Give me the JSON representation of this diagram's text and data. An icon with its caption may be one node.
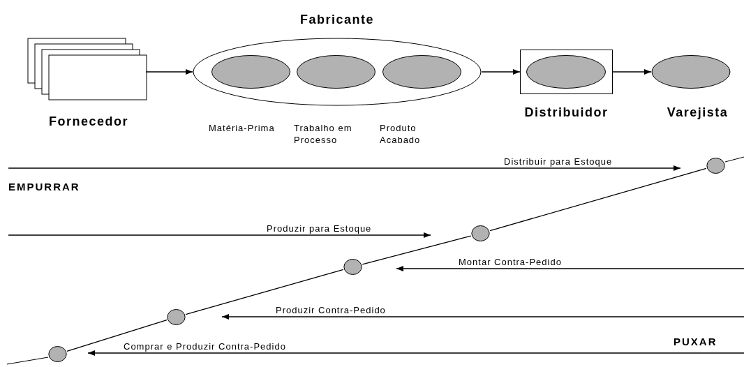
{
  "diagram": {
    "nodes": [
      {
        "text": [
          "Fornecedor"
        ]
      },
      {
        "text": [
          "Fabricante"
        ]
      },
      {
        "text": [],
        "shape": "ellipse",
        "in": 1
      },
      {
        "text": [],
        "shape": "ellipse",
        "in": 1
      },
      {
        "text": [],
        "shape": "ellipse",
        "in": 1
      },
      {
        "text": [
          "Distribuidor"
        ]
      },
      {
        "text": [],
        "shape": "ellipse",
        "in": 5
      },
      {
        "text": [
          "Varejista"
        ]
      },
      {
        "text": [],
        "shape": "circle"
      },
      {
        "text": [],
        "shape": "circle"
      },
      {
        "text": [],
        "shape": "circle"
      },
      {
        "text": [],
        "shape": "circle"
      },
      {
        "text": [],
        "shape": "circle"
      }
    ],
    "edges": [
      {
        "from": 0,
        "to": 1,
        "arrow": "to"
      },
      {
        "from": 1,
        "to": 5,
        "arrow": "to"
      },
      {
        "from": 5,
        "to": 7,
        "arrow": "to"
      },
      {
        "from": null,
        "to": 12,
        "arrow": "to",
        "label": "Distribuir para Estoque"
      },
      {
        "from": null,
        "to": 11,
        "arrow": "to",
        "label": "Produzir para Estoque"
      },
      {
        "from": null,
        "to": 10,
        "arrow": "to",
        "label": "Montar Contra-Pedido"
      },
      {
        "from": null,
        "to": 9,
        "arrow": "to",
        "label": "Produzir Contra-Pedido"
      },
      {
        "from": null,
        "to": 8,
        "arrow": "to",
        "label": "Comprar e Produzir Contra-Pedido"
      },
      {
        "from": 8,
        "to": 9,
        "arrow": "none"
      },
      {
        "from": 9,
        "to": 10,
        "arrow": "none"
      },
      {
        "from": 10,
        "to": 11,
        "arrow": "none"
      },
      {
        "from": 11,
        "to": 12,
        "arrow": "none"
      }
    ],
    "labels": [
      "Matéria-Prima",
      "Trabalho em Processo",
      "Produto Acabado",
      "EMPURRAR",
      "PUXAR"
    ]
  }
}
